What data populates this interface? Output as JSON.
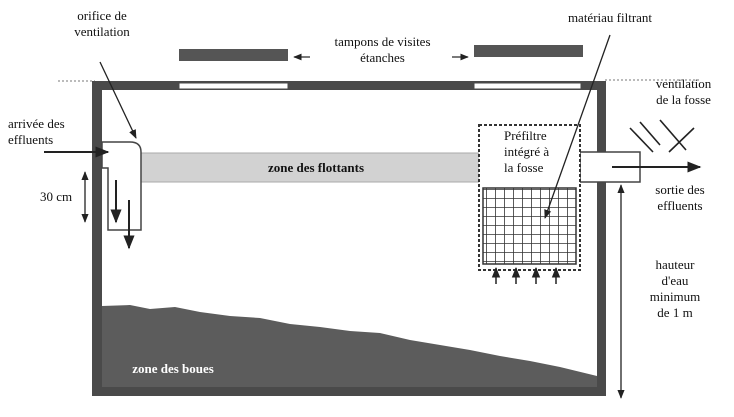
{
  "labels": {
    "orifice": "orifice de\nventilation",
    "tampons": "tampons de visites\nétanches",
    "materiau": "matériau filtrant",
    "ventilation_fosse": "ventilation\nde la fosse",
    "arrivee": "arrivée des\neffluents",
    "thirty_cm": "30 cm",
    "flottants": "zone des flottants",
    "prefiltre": "Préfiltre\nintégré à\nla fosse",
    "sortie": "sortie des\neffluents",
    "hauteur": "hauteur\nd'eau\nminimum\nde 1 m",
    "boues": "zone des boues"
  },
  "colors": {
    "tank_wall": "#4a4a4a",
    "tampon": "#555555",
    "flottants_band": "#d2d2d2",
    "boues": "#5c5c5c",
    "prefiltre_grid": "#333333"
  }
}
